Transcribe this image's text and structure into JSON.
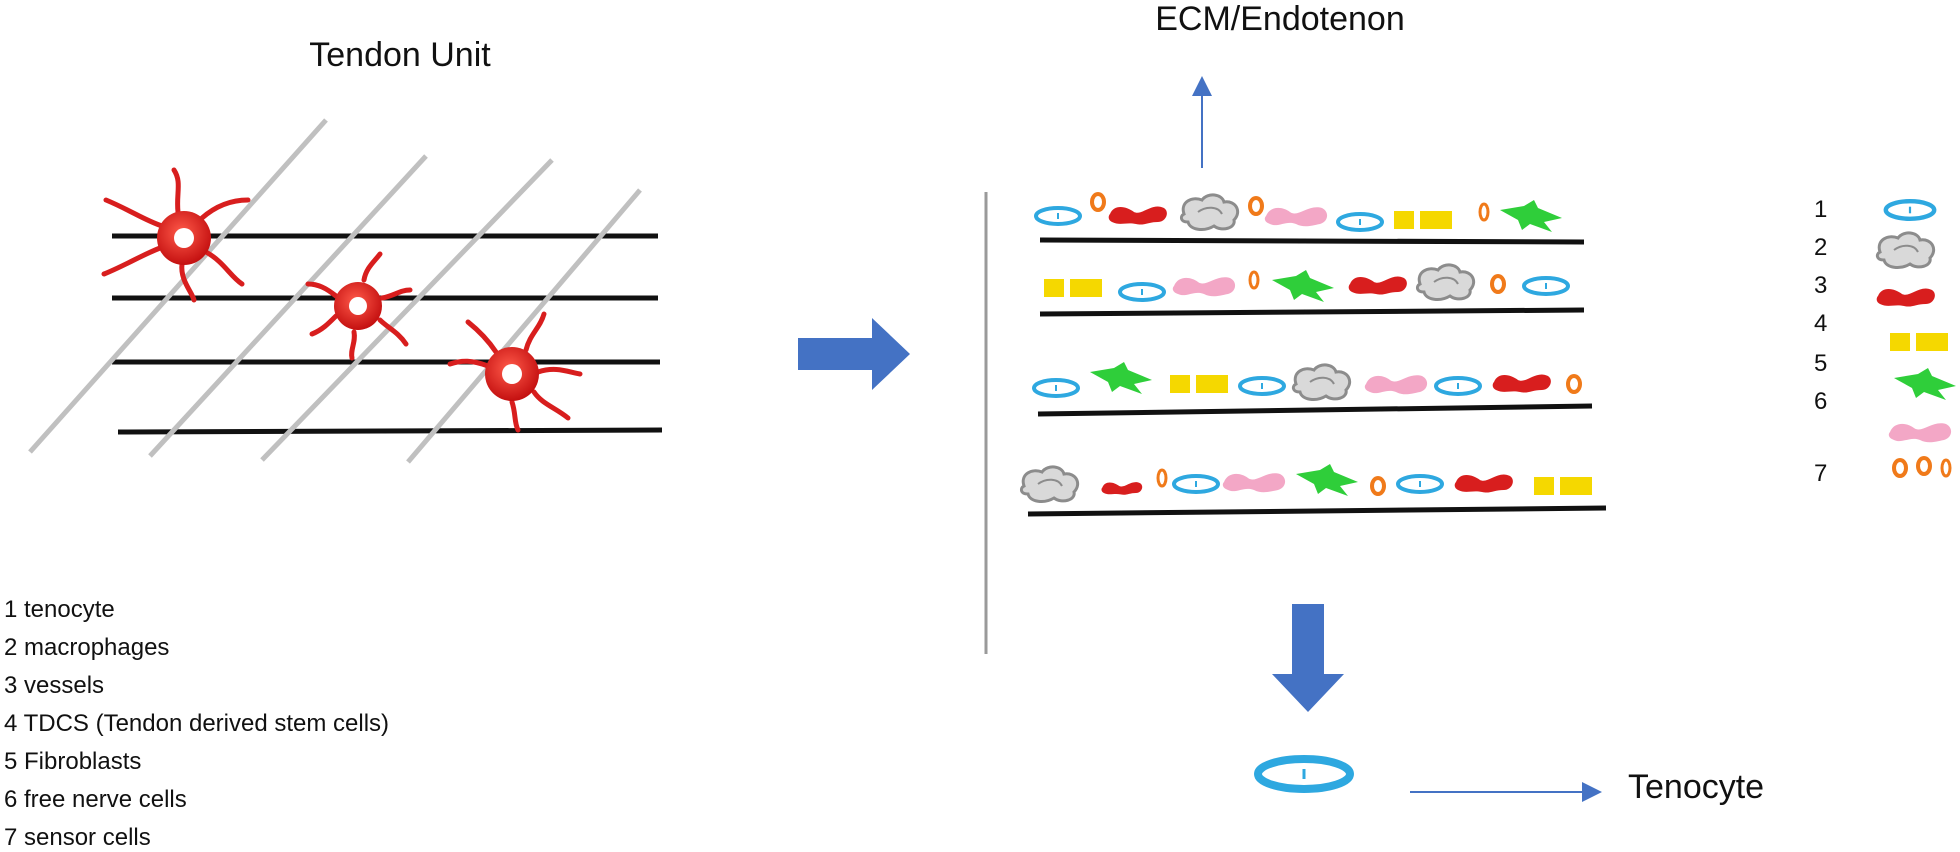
{
  "titles": {
    "tendon_unit": "Tendon Unit",
    "ecm": "ECM/Endotenon",
    "tenocyte": "Tenocyte"
  },
  "legend": [
    "1 tenocyte",
    "2 macrophages",
    "3 vessels",
    "4 TDCS (Tendon derived stem cells)",
    "5 Fibroblasts",
    "6 free nerve cells",
    "7 sensor cells"
  ],
  "key_numbers": [
    "1",
    "2",
    "3",
    "4",
    "5",
    "6",
    "7"
  ],
  "colors": {
    "tenocyte": "#2ea8e0",
    "macrophage": "#a8a8a8",
    "vessel": "#d81e1e",
    "tdcs": "#f5d800",
    "fibroblast": "#2fce3a",
    "nerve": "#f3a7c6",
    "sensor": "#f07a1a",
    "arrow": "#4472c4",
    "fiber": "#111111",
    "cross_fiber": "#c0c0c0"
  }
}
